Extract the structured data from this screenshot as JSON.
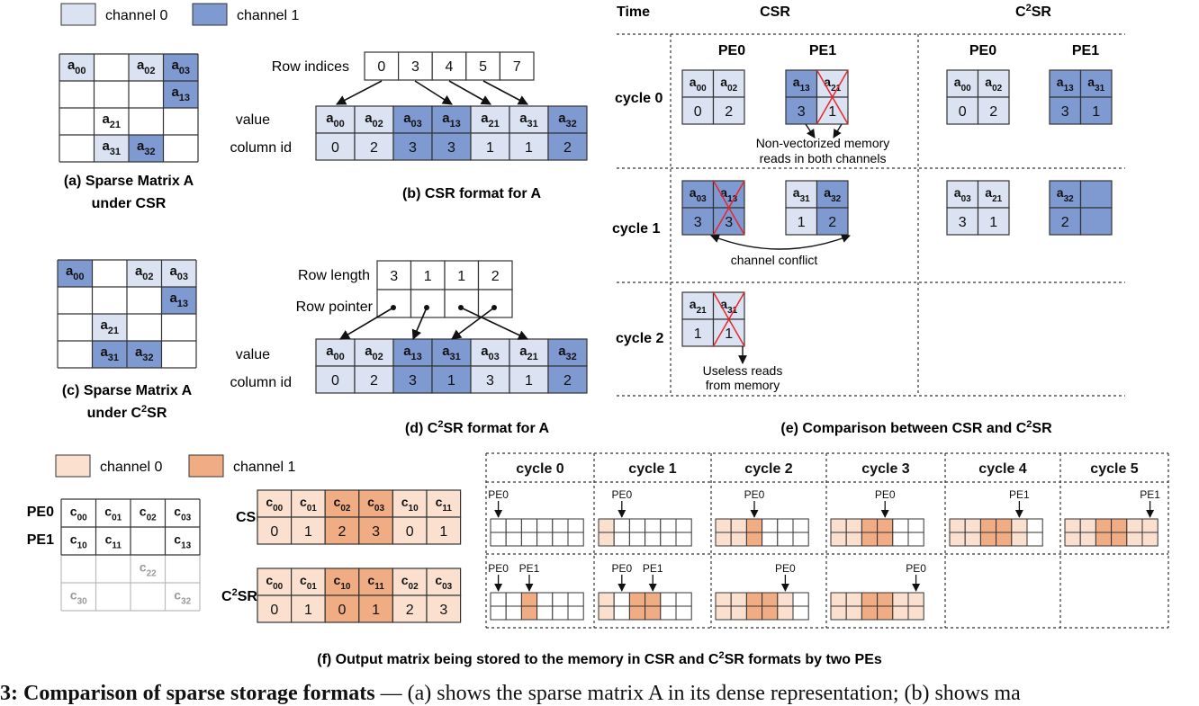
{
  "colors": {
    "light_blue": "#dbe3f3",
    "dark_blue": "#7f99d1",
    "light_orange": "#fbe0d0",
    "dark_orange": "#f0ad84",
    "grid": "#333333",
    "conflict_mark": "#e8262a",
    "grey_text": "#999999"
  },
  "legend_a": {
    "channel0": "channel 0",
    "channel1": "channel 1"
  },
  "legend_f": {
    "channel0": "channel 0",
    "channel1": "channel 1"
  },
  "panel_a": {
    "caption_line1": "(a) Sparse Matrix A",
    "caption_line2": "under CSR",
    "cells": [
      {
        "r": 0,
        "c": 0,
        "base": "a",
        "sub": "00",
        "ch": 0
      },
      {
        "r": 0,
        "c": 2,
        "base": "a",
        "sub": "02",
        "ch": 0
      },
      {
        "r": 0,
        "c": 3,
        "base": "a",
        "sub": "03",
        "ch": 1
      },
      {
        "r": 1,
        "c": 3,
        "base": "a",
        "sub": "13",
        "ch": 1
      },
      {
        "r": 2,
        "c": 1,
        "base": "a",
        "sub": "21"
      },
      {
        "r": 3,
        "c": 1,
        "base": "a",
        "sub": "31",
        "ch": 0
      },
      {
        "r": 3,
        "c": 2,
        "base": "a",
        "sub": "32",
        "ch": 1
      }
    ]
  },
  "panel_b": {
    "caption": "(b) CSR format for A",
    "row_indices_label": "Row indices",
    "row_indices": [
      "0",
      "3",
      "4",
      "5",
      "7"
    ],
    "value_label": "value",
    "column_label": "column id",
    "values": [
      {
        "base": "a",
        "sub": "00",
        "ch": 0
      },
      {
        "base": "a",
        "sub": "02",
        "ch": 0
      },
      {
        "base": "a",
        "sub": "03",
        "ch": 1
      },
      {
        "base": "a",
        "sub": "13",
        "ch": 1
      },
      {
        "base": "a",
        "sub": "21",
        "ch": 0
      },
      {
        "base": "a",
        "sub": "31",
        "ch": 0
      },
      {
        "base": "a",
        "sub": "32",
        "ch": 1
      }
    ],
    "columns": [
      "0",
      "2",
      "3",
      "3",
      "1",
      "1",
      "2"
    ]
  },
  "panel_c": {
    "caption_line1": "(c) Sparse Matrix A",
    "caption_line2_pre": "under C",
    "caption_line2_sup": "2",
    "caption_line2_post": "SR",
    "cells": [
      {
        "r": 0,
        "c": 0,
        "base": "a",
        "sub": "00",
        "ch": 1
      },
      {
        "r": 0,
        "c": 2,
        "base": "a",
        "sub": "02",
        "ch": 0
      },
      {
        "r": 0,
        "c": 3,
        "base": "a",
        "sub": "03",
        "ch": 0
      },
      {
        "r": 1,
        "c": 3,
        "base": "a",
        "sub": "13",
        "ch": 1
      },
      {
        "r": 2,
        "c": 1,
        "base": "a",
        "sub": "21",
        "ch": 0
      },
      {
        "r": 3,
        "c": 1,
        "base": "a",
        "sub": "31",
        "ch": 1
      },
      {
        "r": 3,
        "c": 2,
        "base": "a",
        "sub": "32",
        "ch": 1
      }
    ]
  },
  "panel_d": {
    "caption_pre": "(d) C",
    "caption_sup": "2",
    "caption_post": "SR format for A",
    "row_length_label": "Row length",
    "row_lengths": [
      "3",
      "1",
      "1",
      "2"
    ],
    "row_pointer_label": "Row pointer",
    "value_label": "value",
    "column_label": "column id",
    "values": [
      {
        "base": "a",
        "sub": "00",
        "ch": 0
      },
      {
        "base": "a",
        "sub": "02",
        "ch": 0
      },
      {
        "base": "a",
        "sub": "13",
        "ch": 1
      },
      {
        "base": "a",
        "sub": "31",
        "ch": 1
      },
      {
        "base": "a",
        "sub": "03",
        "ch": 0
      },
      {
        "base": "a",
        "sub": "21",
        "ch": 0
      },
      {
        "base": "a",
        "sub": "32",
        "ch": 1
      }
    ],
    "columns": [
      "0",
      "2",
      "3",
      "1",
      "3",
      "1",
      "2"
    ]
  },
  "panel_e": {
    "caption_pre": "(e) Comparison between CSR and C",
    "caption_sup": "2",
    "caption_post": "SR",
    "time_label": "Time",
    "csr_label": "CSR",
    "c2sr_pre": "C",
    "c2sr_sup": "2",
    "c2sr_post": "SR",
    "pe0_label": "PE0",
    "pe1_label": "PE1",
    "cycles": [
      "cycle 0",
      "cycle 1",
      "cycle 2"
    ],
    "note_nonvector_1": "Non-vectorized memory",
    "note_nonvector_2": "reads in both channels",
    "note_conflict": "channel conflict",
    "note_useless_1": "Useless reads",
    "note_useless_2": "from memory",
    "csr_blocks": [
      {
        "cycle": 0,
        "pe": 0,
        "cells": [
          {
            "sub": "00",
            "col": "0",
            "ch": 0,
            "x": false
          },
          {
            "sub": "02",
            "col": "2",
            "ch": 0,
            "x": false
          }
        ]
      },
      {
        "cycle": 0,
        "pe": 1,
        "cells": [
          {
            "sub": "13",
            "col": "3",
            "ch": 1,
            "x": false
          },
          {
            "sub": "21",
            "col": "1",
            "ch": 0,
            "x": true
          }
        ]
      },
      {
        "cycle": 1,
        "pe": 0,
        "cells": [
          {
            "sub": "03",
            "col": "3",
            "ch": 1,
            "x": false
          },
          {
            "sub": "13",
            "col": "3",
            "ch": 1,
            "x": true
          }
        ]
      },
      {
        "cycle": 1,
        "pe": 1,
        "cells": [
          {
            "sub": "31",
            "col": "1",
            "ch": 0,
            "x": false
          },
          {
            "sub": "32",
            "col": "2",
            "ch": 1,
            "x": false
          }
        ]
      },
      {
        "cycle": 2,
        "pe": 0,
        "cells": [
          {
            "sub": "21",
            "col": "1",
            "ch": 0,
            "x": false
          },
          {
            "sub": "31",
            "col": "1",
            "ch": 0,
            "x": true
          }
        ]
      }
    ],
    "c2sr_blocks": [
      {
        "cycle": 0,
        "pe": 0,
        "cells": [
          {
            "sub": "00",
            "col": "0",
            "ch": 0
          },
          {
            "sub": "02",
            "col": "2",
            "ch": 0
          }
        ]
      },
      {
        "cycle": 0,
        "pe": 1,
        "cells": [
          {
            "sub": "13",
            "col": "3",
            "ch": 1
          },
          {
            "sub": "31",
            "col": "1",
            "ch": 1
          }
        ]
      },
      {
        "cycle": 1,
        "pe": 0,
        "cells": [
          {
            "sub": "03",
            "col": "3",
            "ch": 0
          },
          {
            "sub": "21",
            "col": "1",
            "ch": 0
          }
        ]
      },
      {
        "cycle": 1,
        "pe": 1,
        "cells": [
          {
            "sub": "32",
            "col": "2",
            "ch": 1
          },
          {
            "sub": "",
            "col": "",
            "ch": 1
          }
        ]
      }
    ]
  },
  "panel_f": {
    "caption_pre": "(f) Output matrix being stored to the memory in CSR and C",
    "caption_sup": "2",
    "caption_post": "SR formats by two PEs",
    "pe0_label": "PE0",
    "pe1_label": "PE1",
    "csr_label": "CSR",
    "c2sr_pre": "C",
    "c2sr_sup": "2",
    "c2sr_post": "SR",
    "matrix": [
      {
        "r": 0,
        "c": 0,
        "sub": "00"
      },
      {
        "r": 0,
        "c": 1,
        "sub": "01"
      },
      {
        "r": 0,
        "c": 2,
        "sub": "02"
      },
      {
        "r": 0,
        "c": 3,
        "sub": "03"
      },
      {
        "r": 1,
        "c": 0,
        "sub": "10"
      },
      {
        "r": 1,
        "c": 1,
        "sub": "11"
      },
      {
        "r": 1,
        "c": 3,
        "sub": "13"
      },
      {
        "r": 2,
        "c": 2,
        "sub": "22",
        "grey": true
      },
      {
        "r": 3,
        "c": 0,
        "sub": "30",
        "grey": true
      },
      {
        "r": 3,
        "c": 3,
        "sub": "32",
        "grey": true
      }
    ],
    "csr_values": [
      {
        "sub": "00",
        "ch": 0
      },
      {
        "sub": "01",
        "ch": 0
      },
      {
        "sub": "02",
        "ch": 1
      },
      {
        "sub": "03",
        "ch": 1
      },
      {
        "sub": "10",
        "ch": 0
      },
      {
        "sub": "11",
        "ch": 0
      }
    ],
    "csr_columns": [
      "0",
      "1",
      "2",
      "3",
      "0",
      "1"
    ],
    "c2sr_values": [
      {
        "sub": "00",
        "ch": 0
      },
      {
        "sub": "01",
        "ch": 0
      },
      {
        "sub": "10",
        "ch": 1
      },
      {
        "sub": "11",
        "ch": 1
      },
      {
        "sub": "02",
        "ch": 0
      },
      {
        "sub": "03",
        "ch": 0
      }
    ],
    "c2sr_columns": [
      "0",
      "1",
      "0",
      "1",
      "2",
      "3"
    ],
    "cycles": [
      "cycle 0",
      "cycle 1",
      "cycle 2",
      "cycle 3",
      "cycle 4",
      "cycle 5"
    ],
    "csr_timeline": [
      {
        "fill": [
          0,
          0,
          0,
          0,
          0,
          0
        ],
        "markers": [
          {
            "label": "PE0",
            "slot": 0
          }
        ]
      },
      {
        "fill": [
          1,
          0,
          0,
          0,
          0,
          0
        ],
        "markers": [
          {
            "label": "PE0",
            "slot": 1
          }
        ]
      },
      {
        "fill": [
          1,
          1,
          2,
          0,
          0,
          0
        ],
        "markers": [
          {
            "label": "PE0",
            "slot": 2
          }
        ]
      },
      {
        "fill": [
          1,
          1,
          2,
          2,
          0,
          0
        ],
        "markers": [
          {
            "label": "PE0",
            "slot": 3
          }
        ]
      },
      {
        "fill": [
          1,
          1,
          2,
          2,
          1,
          0
        ],
        "markers": [
          {
            "label": "PE1",
            "slot": 4
          }
        ]
      },
      {
        "fill": [
          1,
          1,
          2,
          2,
          1,
          1
        ],
        "markers": [
          {
            "label": "PE1",
            "slot": 5
          }
        ]
      }
    ],
    "c2sr_timeline": [
      {
        "fill": [
          0,
          0,
          2,
          0,
          0,
          0
        ],
        "markers": [
          {
            "label": "PE0",
            "slot": 0
          },
          {
            "label": "PE1",
            "slot": 2
          }
        ]
      },
      {
        "fill": [
          1,
          0,
          2,
          2,
          0,
          0
        ],
        "markers": [
          {
            "label": "PE0",
            "slot": 1
          },
          {
            "label": "PE1",
            "slot": 3
          }
        ]
      },
      {
        "fill": [
          1,
          1,
          2,
          2,
          1,
          0
        ],
        "markers": [
          {
            "label": "PE0",
            "slot": 4
          }
        ]
      },
      {
        "fill": [
          1,
          1,
          2,
          2,
          1,
          1
        ],
        "markers": [
          {
            "label": "PE0",
            "slot": 5
          }
        ]
      }
    ]
  },
  "bottom_caption": {
    "label": "3: Comparison of sparse storage formats",
    "rest": " — (a) shows the sparse matrix A in its dense representation; (b) shows ma"
  }
}
